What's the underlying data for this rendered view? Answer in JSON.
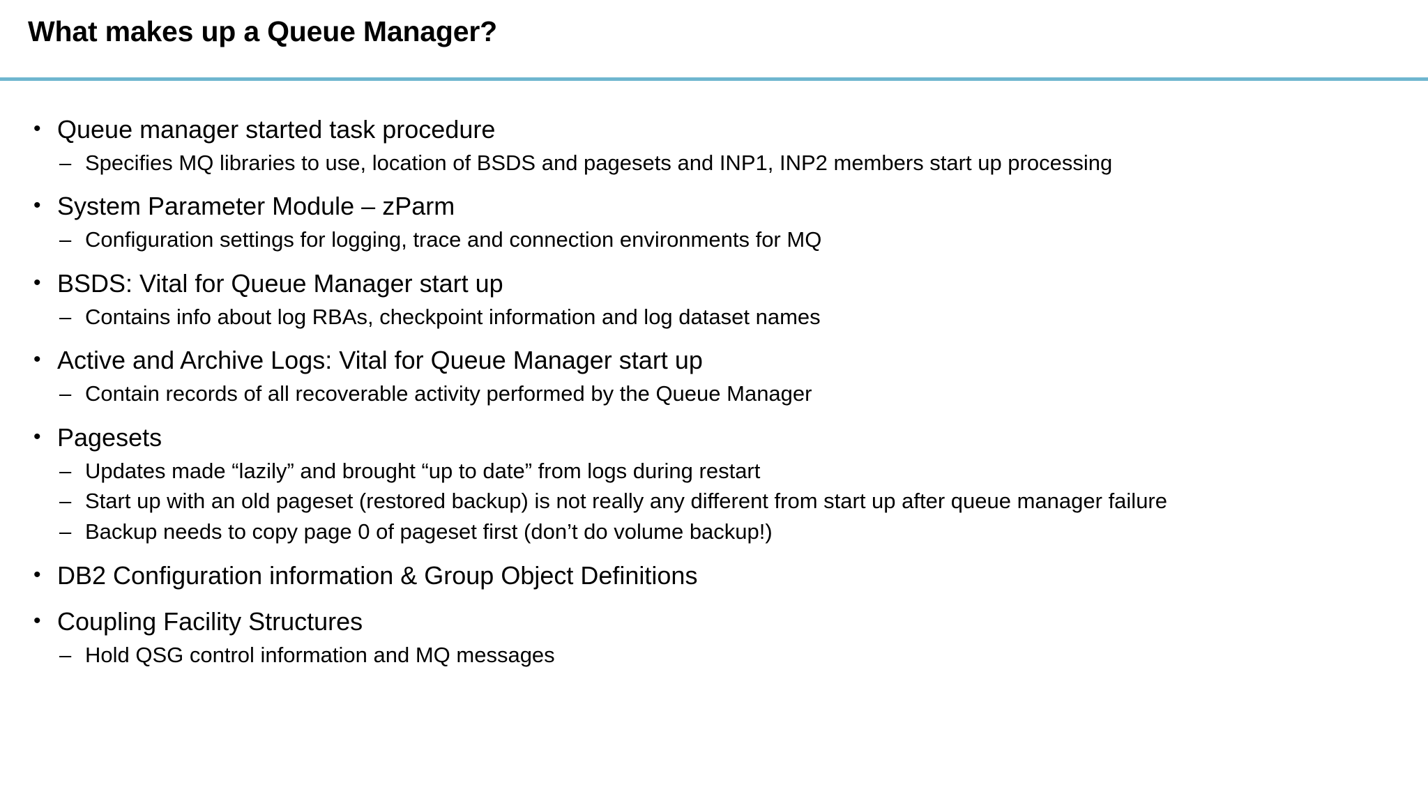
{
  "slide": {
    "title": "What makes up a Queue Manager?",
    "divider_color": "#6fb6cf",
    "background_color": "#ffffff",
    "text_color": "#000000",
    "bullet_marker": "•",
    "sub_bullet_marker": "–",
    "groups": [
      {
        "heading": "Queue manager started task procedure",
        "subs": [
          "Specifies MQ libraries to use, location of BSDS and pagesets and INP1, INP2 members start up processing"
        ]
      },
      {
        "heading": "System Parameter Module – zParm",
        "subs": [
          "Configuration settings for logging, trace and connection environments for MQ"
        ]
      },
      {
        "heading": "BSDS: Vital for Queue Manager start up",
        "subs": [
          "Contains info about log RBAs, checkpoint information and log dataset names"
        ]
      },
      {
        "heading": "Active and Archive Logs: Vital for Queue Manager start up",
        "subs": [
          "Contain records of all recoverable activity performed by the Queue Manager"
        ]
      },
      {
        "heading": "Pagesets",
        "subs": [
          "Updates made “lazily” and brought “up to date” from logs during restart",
          "Start up with an old pageset (restored backup) is not really any different from start up after queue manager failure",
          "Backup needs to copy page 0 of pageset first (don’t do volume backup!)"
        ]
      },
      {
        "heading": "DB2 Configuration information & Group Object Definitions",
        "subs": []
      },
      {
        "heading": "Coupling Facility Structures",
        "subs": [
          "Hold QSG control information and MQ messages"
        ]
      }
    ]
  }
}
